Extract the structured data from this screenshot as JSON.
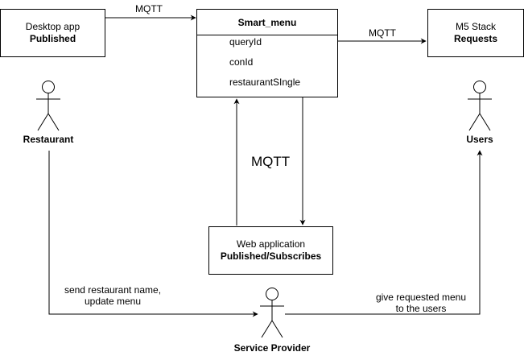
{
  "nodes": {
    "desktop_app": {
      "line1": "Desktop app",
      "line2": "Published"
    },
    "smart_menu": {
      "title": "Smart_menu",
      "fields": [
        "queryId",
        "conId",
        "restaurantSIngle"
      ]
    },
    "m5_stack": {
      "line1": "M5 Stack",
      "line2": "Requests"
    },
    "web_app": {
      "line1": "Web application",
      "line2": "Published/Subscribes"
    }
  },
  "actors": {
    "restaurant": "Restaurant",
    "users": "Users",
    "service_provider": "Service Provider"
  },
  "edge_labels": {
    "desktop_to_smart": "MQTT",
    "smart_to_m5": "MQTT",
    "smart_web": "MQTT",
    "restaurant_to_provider": [
      "send restaurant name,",
      "update menu"
    ],
    "provider_to_users": [
      "give requested menu",
      "to the users"
    ]
  }
}
